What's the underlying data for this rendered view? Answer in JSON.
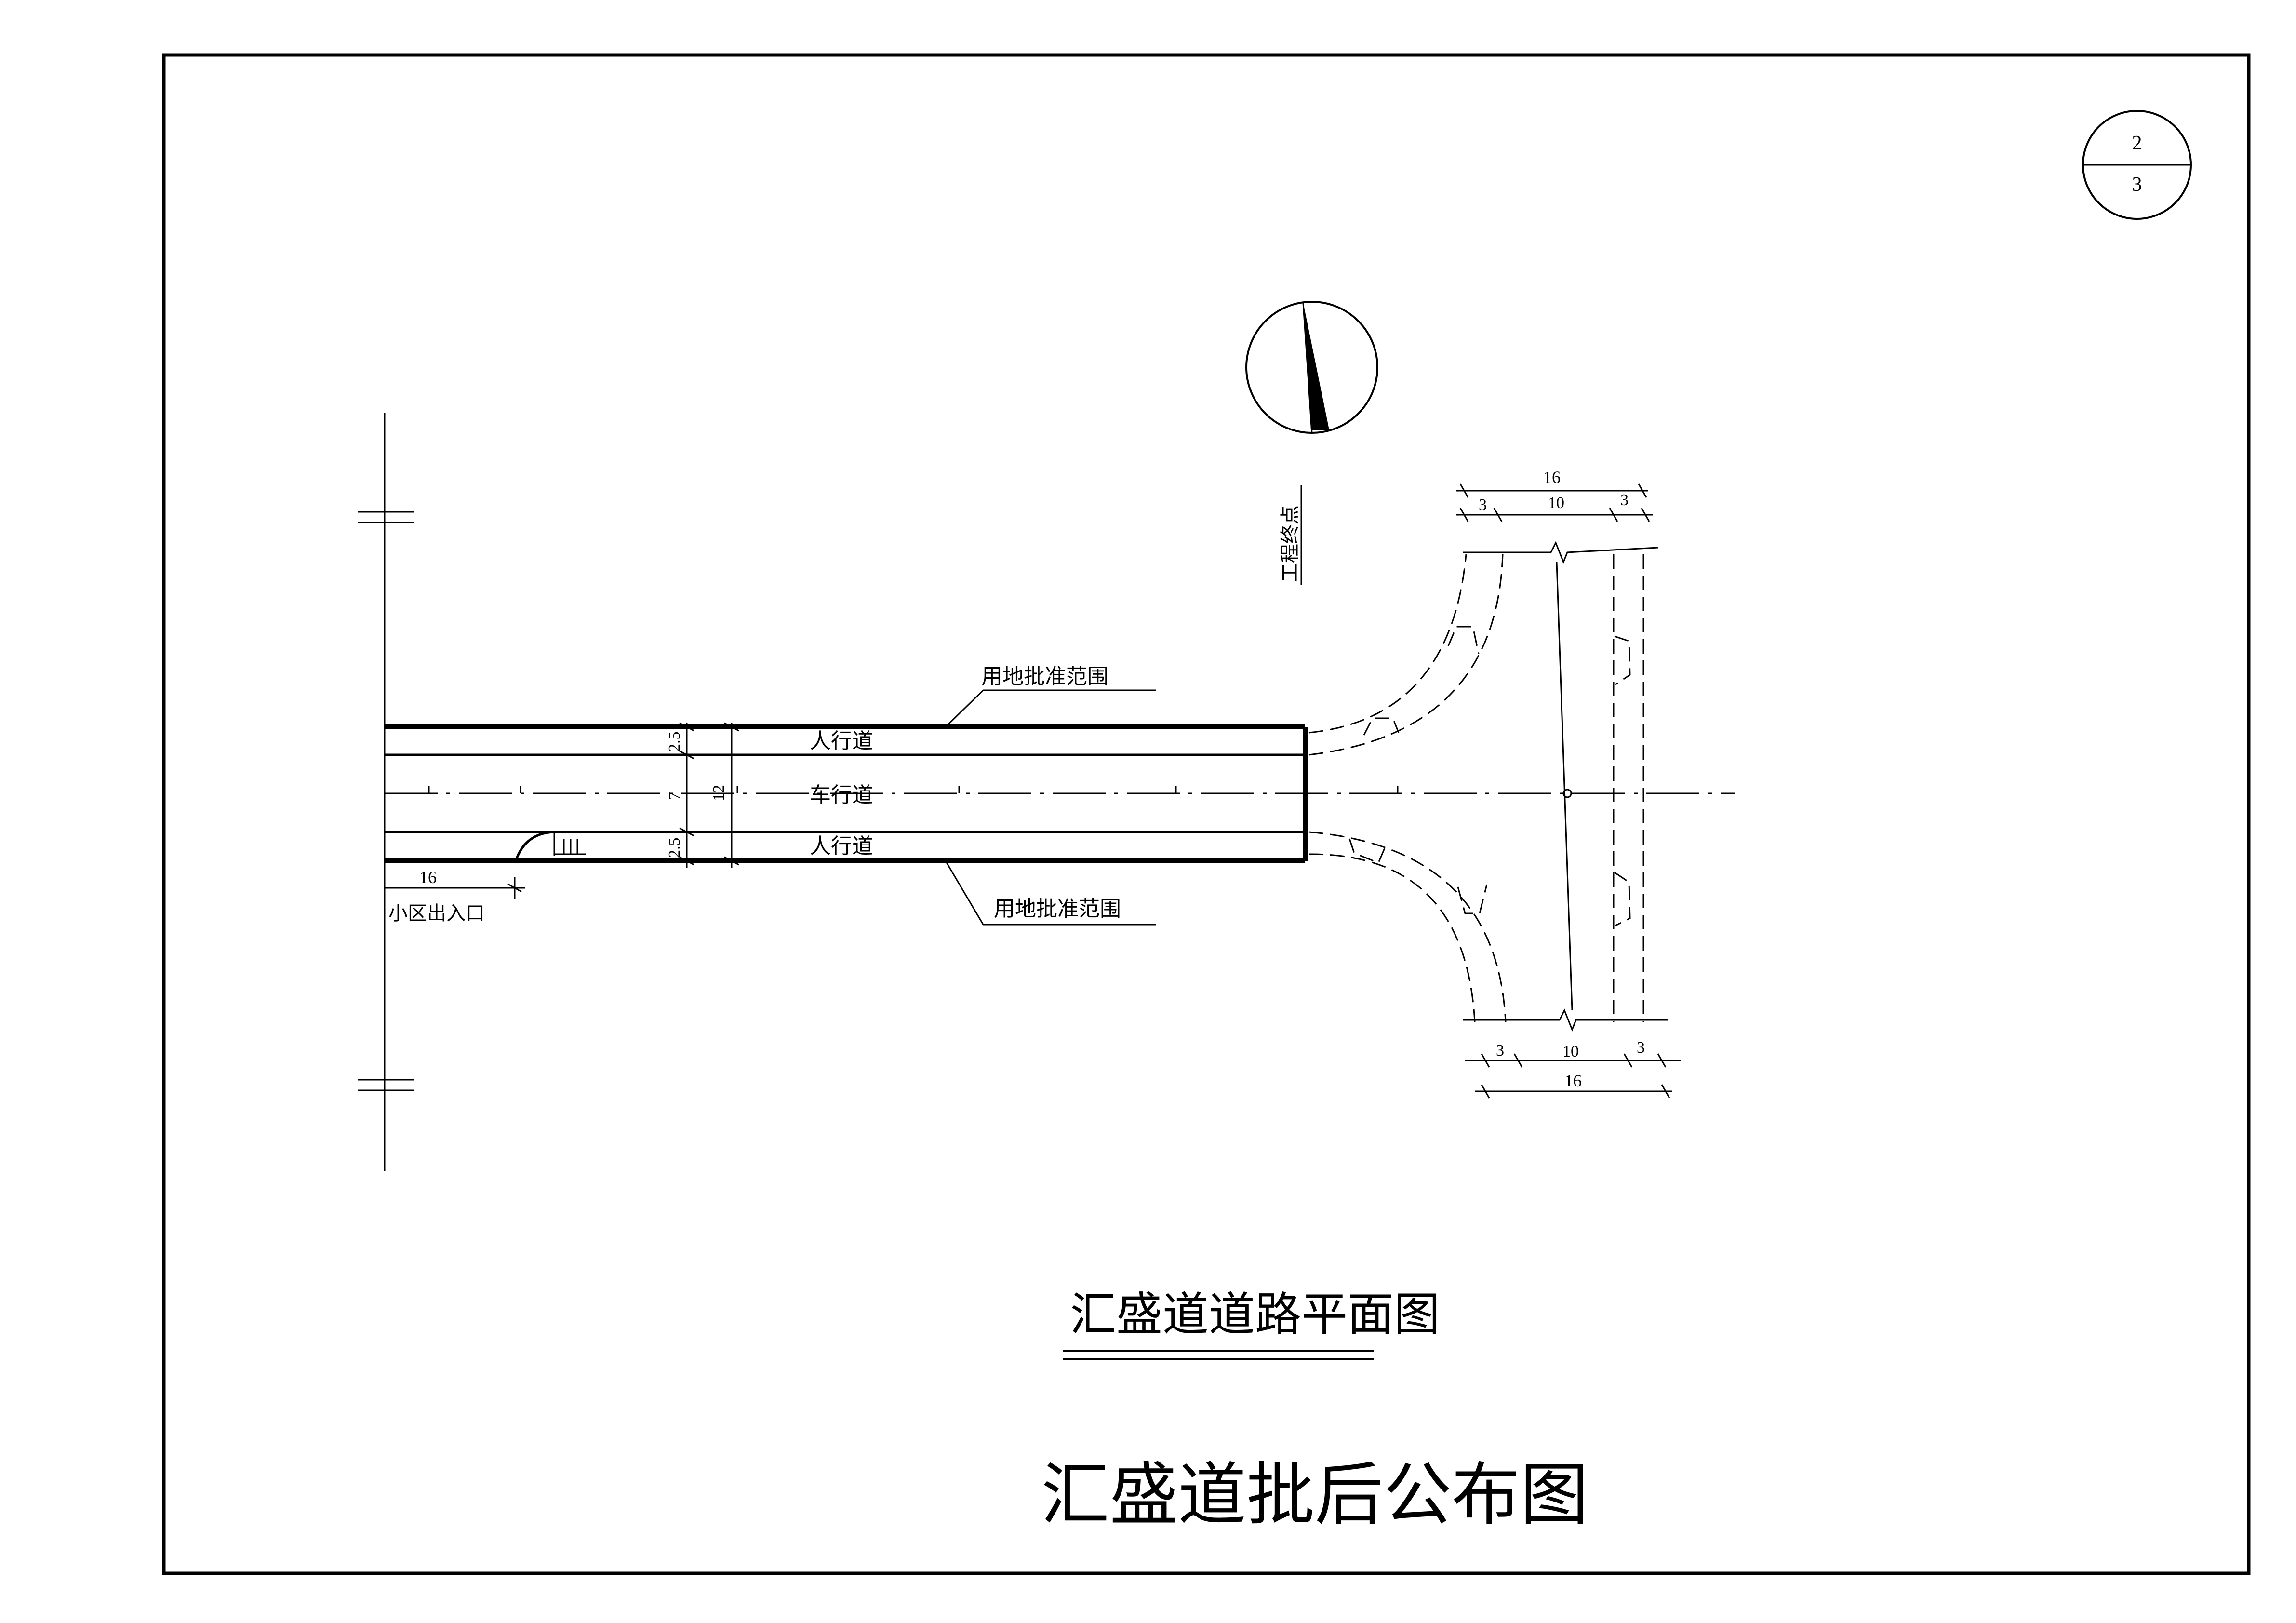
{
  "sheet": {
    "number": "2",
    "total": "3"
  },
  "labels": {
    "sidewalk_upper": "人行道",
    "carriageway": "车行道",
    "sidewalk_lower": "人行道",
    "land_approval_upper": "用地批准范围",
    "land_approval_lower": "用地批准范围",
    "community_entrance": "小区出入口",
    "project_endpoint": "工程终点"
  },
  "dimensions": {
    "sidewalk_width_upper": "2.5",
    "sidewalk_width_lower": "2.5",
    "road_width": "12",
    "carriageway_width": "7",
    "entrance_width": "16",
    "top_total": "16",
    "top_left": "3",
    "top_mid": "10",
    "top_right": "3",
    "bottom_left": "3",
    "bottom_mid": "10",
    "bottom_right": "3",
    "bottom_total": "16"
  },
  "titles": {
    "plan_title": "汇盛道道路平面图",
    "main_title": "汇盛道批后公布图"
  }
}
